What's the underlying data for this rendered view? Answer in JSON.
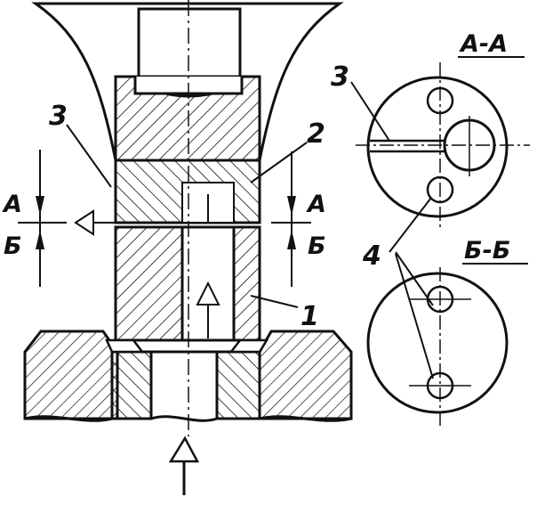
{
  "labels": {
    "part_1": "1",
    "part_2": "2",
    "part_3_main": "3",
    "part_3_section": "3",
    "part_4": "4",
    "section_a_left": "А",
    "section_b_left": "Б",
    "section_a_right": "А",
    "section_b_right": "Б",
    "section_aa_title": "А-А",
    "section_bb_title": "Б-Б"
  },
  "colors": {
    "ink": "#111111",
    "paper": "#ffffff"
  }
}
